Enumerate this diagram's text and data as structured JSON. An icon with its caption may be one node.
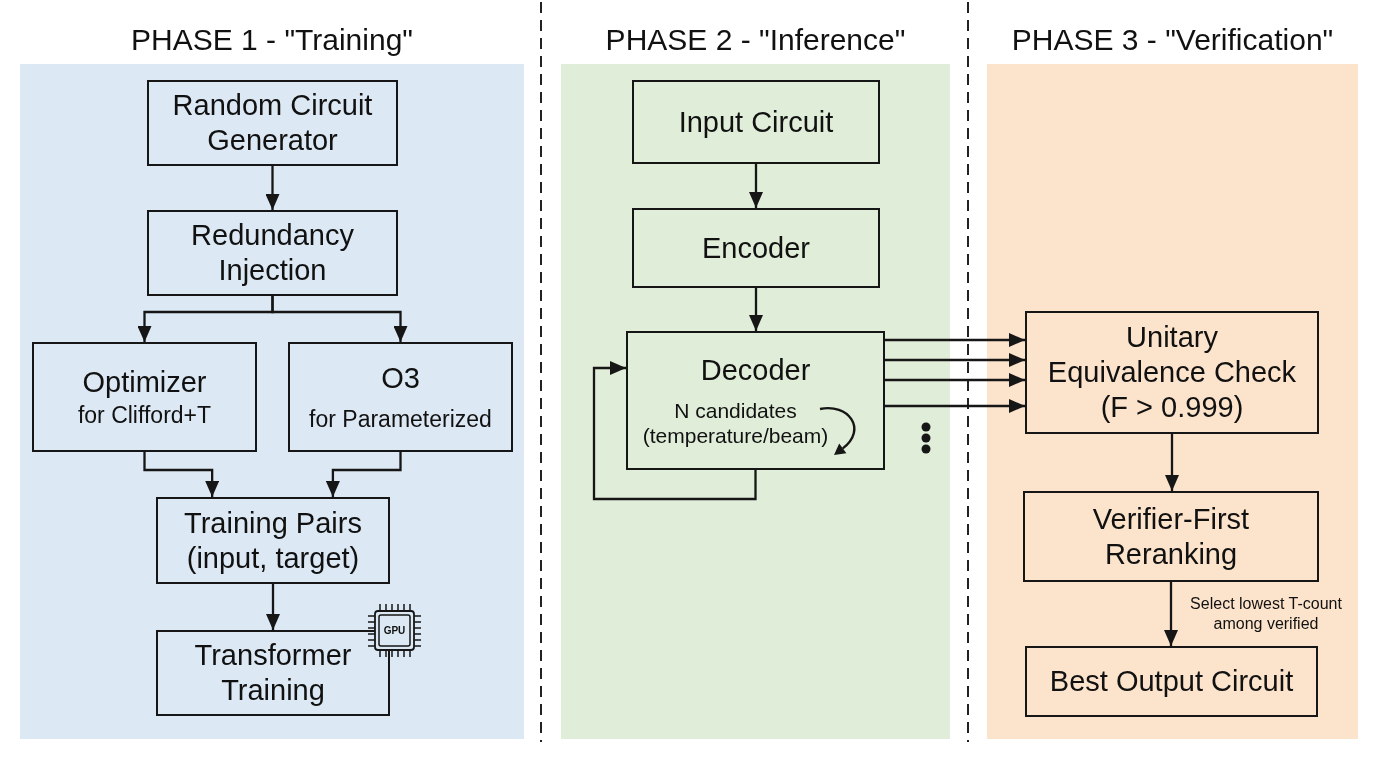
{
  "diagram": {
    "nodes": [
      {
        "text": [
          "PHASE 1 - \"Training\""
        ]
      },
      {
        "text": [
          "Random Circuit Generator"
        ],
        "in": 0
      },
      {
        "text": [
          "Redundancy Injection"
        ],
        "in": 0
      },
      {
        "text": [
          "Optimizer",
          "for Clifford+T"
        ],
        "in": 0
      },
      {
        "text": [
          "O3",
          "for Parameterized"
        ],
        "in": 0
      },
      {
        "text": [
          "Training Pairs (input, target)"
        ],
        "in": 0
      },
      {
        "text": [
          "Transformer Training"
        ],
        "in": 0
      },
      {
        "text": [
          "GPU"
        ],
        "in": 0
      },
      {
        "text": [
          "PHASE 2 - \"Inference\""
        ]
      },
      {
        "text": [
          "Input Circuit"
        ],
        "in": 8
      },
      {
        "text": [
          "Encoder"
        ],
        "in": 8
      },
      {
        "text": [
          "Decoder",
          "N candidates (temperature/beam)"
        ],
        "in": 8
      },
      {
        "text": [
          "PHASE 3 - \"Verification\""
        ]
      },
      {
        "text": [
          "Unitary Equivalence Check",
          "(F > 0.999)"
        ],
        "in": 12
      },
      {
        "text": [
          "Verifier-First Reranking"
        ],
        "in": 12
      },
      {
        "text": [
          "Best Output Circuit"
        ],
        "in": 12
      }
    ],
    "edges": [
      {
        "from": 1,
        "to": 2,
        "arrow": "to"
      },
      {
        "from": 2,
        "to": 3,
        "arrow": "to"
      },
      {
        "from": 2,
        "to": 4,
        "arrow": "to"
      },
      {
        "from": 3,
        "to": 5,
        "arrow": "to"
      },
      {
        "from": 4,
        "to": 5,
        "arrow": "to"
      },
      {
        "from": 5,
        "to": 6,
        "arrow": "to"
      },
      {
        "from": 9,
        "to": 10,
        "arrow": "to"
      },
      {
        "from": 10,
        "to": 11,
        "arrow": "to"
      },
      {
        "from": 11,
        "to": 11,
        "arrow": "to"
      },
      {
        "from": 11,
        "to": 13,
        "arrow": "to"
      },
      {
        "from": 11,
        "to": 13,
        "arrow": "to"
      },
      {
        "from": 11,
        "to": 13,
        "arrow": "to"
      },
      {
        "from": 11,
        "to": 13,
        "arrow": "to"
      },
      {
        "from": 13,
        "to": 14,
        "arrow": "to"
      },
      {
        "from": 14,
        "to": 15,
        "arrow": "to",
        "label": "Select lowest T-count among verified"
      }
    ]
  }
}
